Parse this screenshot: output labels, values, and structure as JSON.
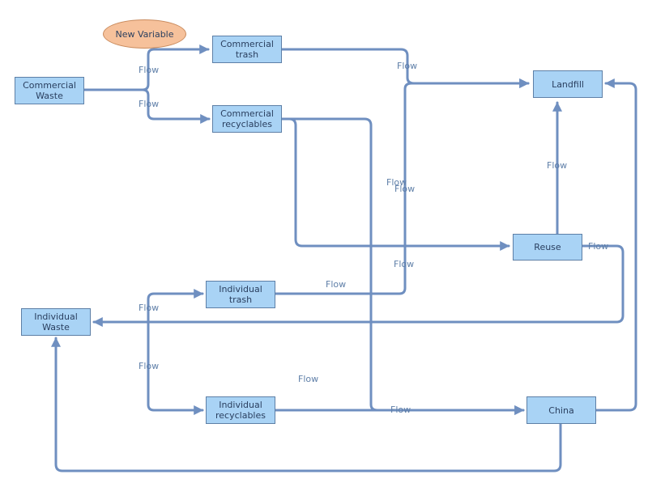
{
  "colors": {
    "stock_fill": "#a9d3f5",
    "stock_border": "#5d7fa6",
    "flow_line": "#6f8fc0",
    "variable_fill": "#f6c19b",
    "text": "#2a3f5f",
    "flow_text": "#5f7fa8"
  },
  "variable": {
    "label": "New Variable"
  },
  "stocks": {
    "commercial_waste": "Commercial\nWaste",
    "commercial_trash": "Commercial\ntrash",
    "commercial_recyclables": "Commercial\nrecyclables",
    "landfill": "Landfill",
    "reuse": "Reuse",
    "individual_trash": "Individual\ntrash",
    "individual_waste": "Individual\nWaste",
    "individual_recyclables": "Individual\nrecyclables",
    "china": "China"
  },
  "flow_label": "Flow"
}
